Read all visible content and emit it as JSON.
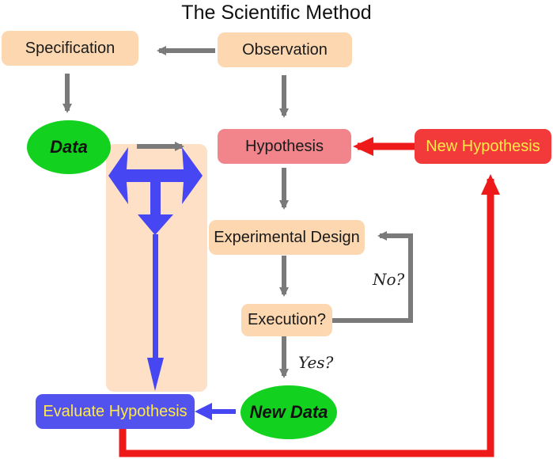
{
  "title": "The Scientific Method",
  "nodes": {
    "specification": "Specification",
    "observation": "Observation",
    "data": "Data",
    "hypothesis": "Hypothesis",
    "new_hypothesis": "New Hypothesis",
    "experimental_design": "Experimental Design",
    "execution": "Execution?",
    "new_data": "New Data",
    "evaluate_hypothesis": "Evaluate Hypothesis"
  },
  "edge_labels": {
    "no": "No?",
    "yes": "Yes?"
  },
  "colors": {
    "tan_box": "#fcd7b0",
    "tan_panel": "#fde0c6",
    "hypothesis_box": "#f2858b",
    "new_hypothesis_box": "#f23a3a",
    "new_hypothesis_text": "#ffe94a",
    "evaluate_box": "#5252ee",
    "evaluate_text": "#ffe94a",
    "green_ellipse": "#12d21f",
    "gray_arrow": "#7a7a7a",
    "red_arrow": "#ee1a1a",
    "blue_arrow": "#4646f2"
  }
}
